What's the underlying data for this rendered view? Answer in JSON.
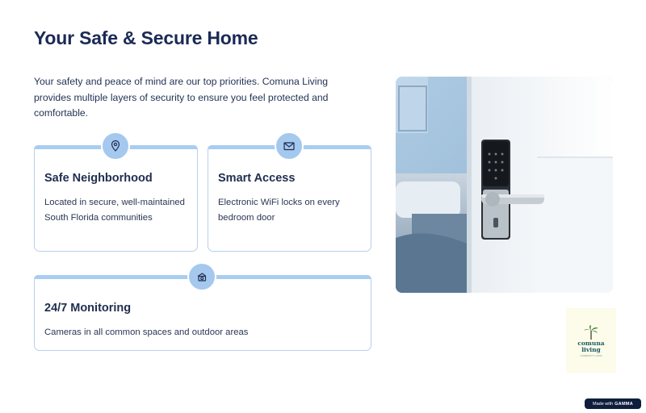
{
  "page": {
    "title": "Your Safe & Secure Home",
    "intro": "Your safety and peace of mind are our top priorities. Comuna Living provides multiple layers of security to ensure you feel protected and comfortable."
  },
  "features": [
    {
      "title": "Safe Neighborhood",
      "description": "Located in secure, well-maintained South Florida communities",
      "icon": "location-pin-icon"
    },
    {
      "title": "Smart Access",
      "description": "Electronic WiFi locks on every bedroom door",
      "icon": "envelope-icon"
    },
    {
      "title": "24/7 Monitoring",
      "description": "Cameras in all common spaces and outdoor areas",
      "icon": "camera-monitor-icon"
    }
  ],
  "logo": {
    "line1": "comuna",
    "line2": "living",
    "tagline": "COMMUNITY LIVING"
  },
  "badge": {
    "prefix": "Made with",
    "brand": "GAMMA"
  },
  "colors": {
    "accent": "#a9cdf2",
    "title": "#1b2a55",
    "border": "#b9cfee"
  }
}
